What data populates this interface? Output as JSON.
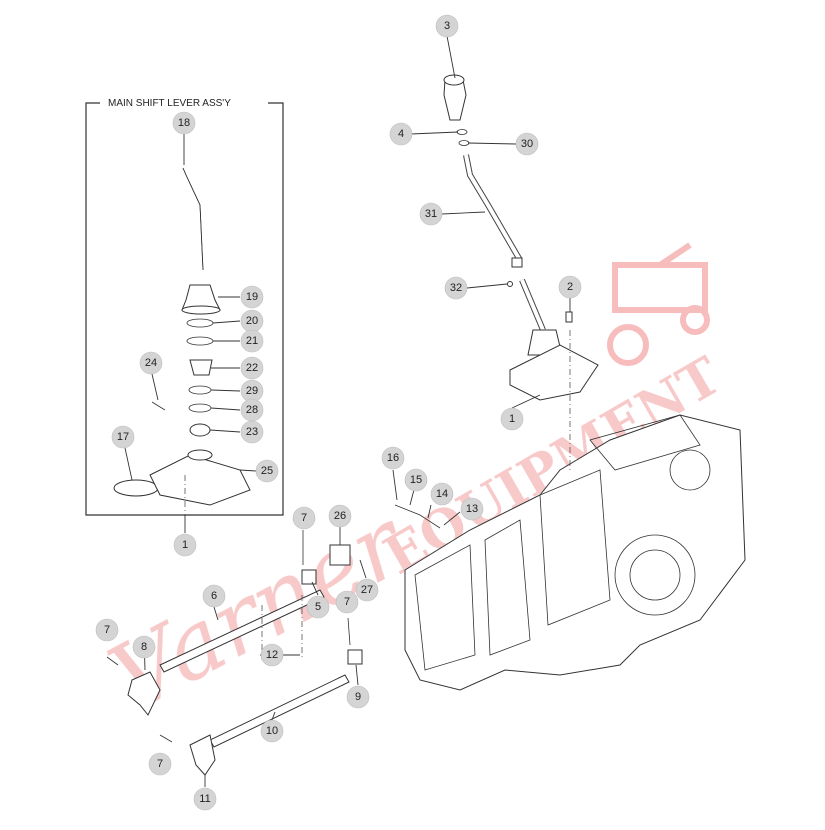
{
  "inset": {
    "title": "MAIN SHIFT LEVER ASS'Y"
  },
  "watermark": {
    "script": "Varner",
    "brand": "EQUIPMENT",
    "color": "#f4a6a6"
  },
  "callouts": [
    {
      "label": "3"
    },
    {
      "label": "4"
    },
    {
      "label": "30"
    },
    {
      "label": "31"
    },
    {
      "label": "32"
    },
    {
      "label": "2"
    },
    {
      "label": "1"
    },
    {
      "label": "18"
    },
    {
      "label": "19"
    },
    {
      "label": "20"
    },
    {
      "label": "21"
    },
    {
      "label": "22"
    },
    {
      "label": "24"
    },
    {
      "label": "29"
    },
    {
      "label": "28"
    },
    {
      "label": "23"
    },
    {
      "label": "17"
    },
    {
      "label": "25"
    },
    {
      "label": "1"
    },
    {
      "label": "16"
    },
    {
      "label": "15"
    },
    {
      "label": "14"
    },
    {
      "label": "13"
    },
    {
      "label": "7"
    },
    {
      "label": "26"
    },
    {
      "label": "6"
    },
    {
      "label": "5"
    },
    {
      "label": "7"
    },
    {
      "label": "27"
    },
    {
      "label": "7"
    },
    {
      "label": "8"
    },
    {
      "label": "12"
    },
    {
      "label": "9"
    },
    {
      "label": "10"
    },
    {
      "label": "7"
    },
    {
      "label": "11"
    }
  ]
}
